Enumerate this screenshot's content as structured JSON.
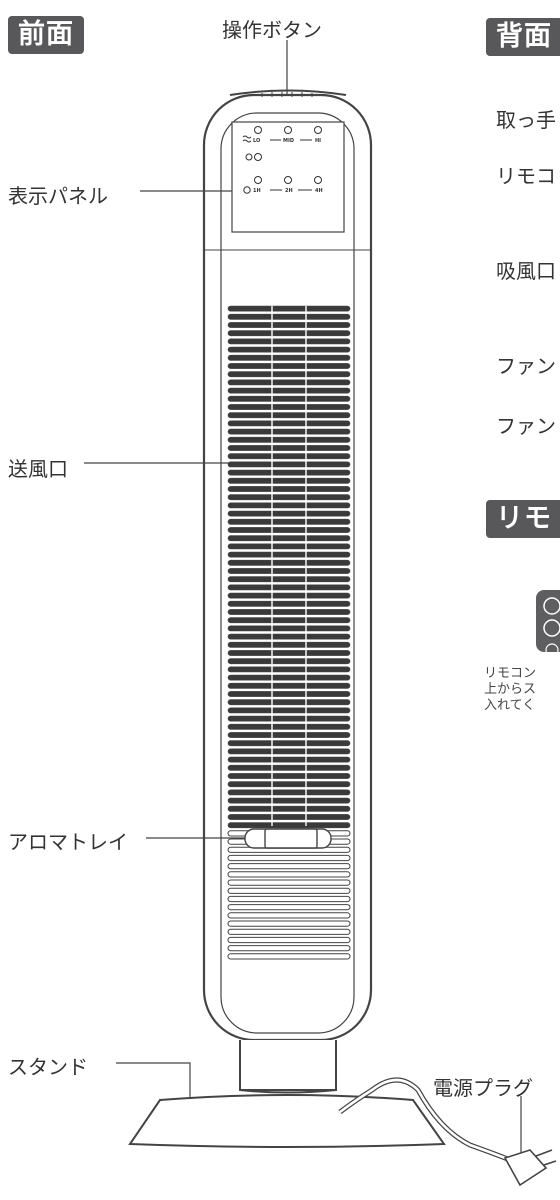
{
  "front_section": {
    "title": "前面"
  },
  "back_section": {
    "title": "背面"
  },
  "remote_section": {
    "title": "リモ"
  },
  "callouts": {
    "operation_buttons": "操作ボタン",
    "display_panel": "表示パネル",
    "air_outlet": "送風口",
    "aroma_tray": "アロマトレイ",
    "stand": "スタンド",
    "power_plug": "電源プラグ"
  },
  "back_labels": {
    "handle": "取っ手",
    "remote_storage": "リモコ",
    "air_intake": "吸風口",
    "fan_1": "ファン",
    "fan_2": "ファン"
  },
  "remote_note": [
    "リモコン",
    "上からス",
    "入れてく"
  ],
  "panel_text": {
    "speed_lo": "LO",
    "speed_mid": "MID",
    "speed_hi": "HI",
    "timer_1h": "1H",
    "timer_2h": "2H",
    "timer_4h": "4H"
  },
  "colors": {
    "tag_bg": "#58585a",
    "line": "#444444",
    "grille_dark": "#333333"
  }
}
